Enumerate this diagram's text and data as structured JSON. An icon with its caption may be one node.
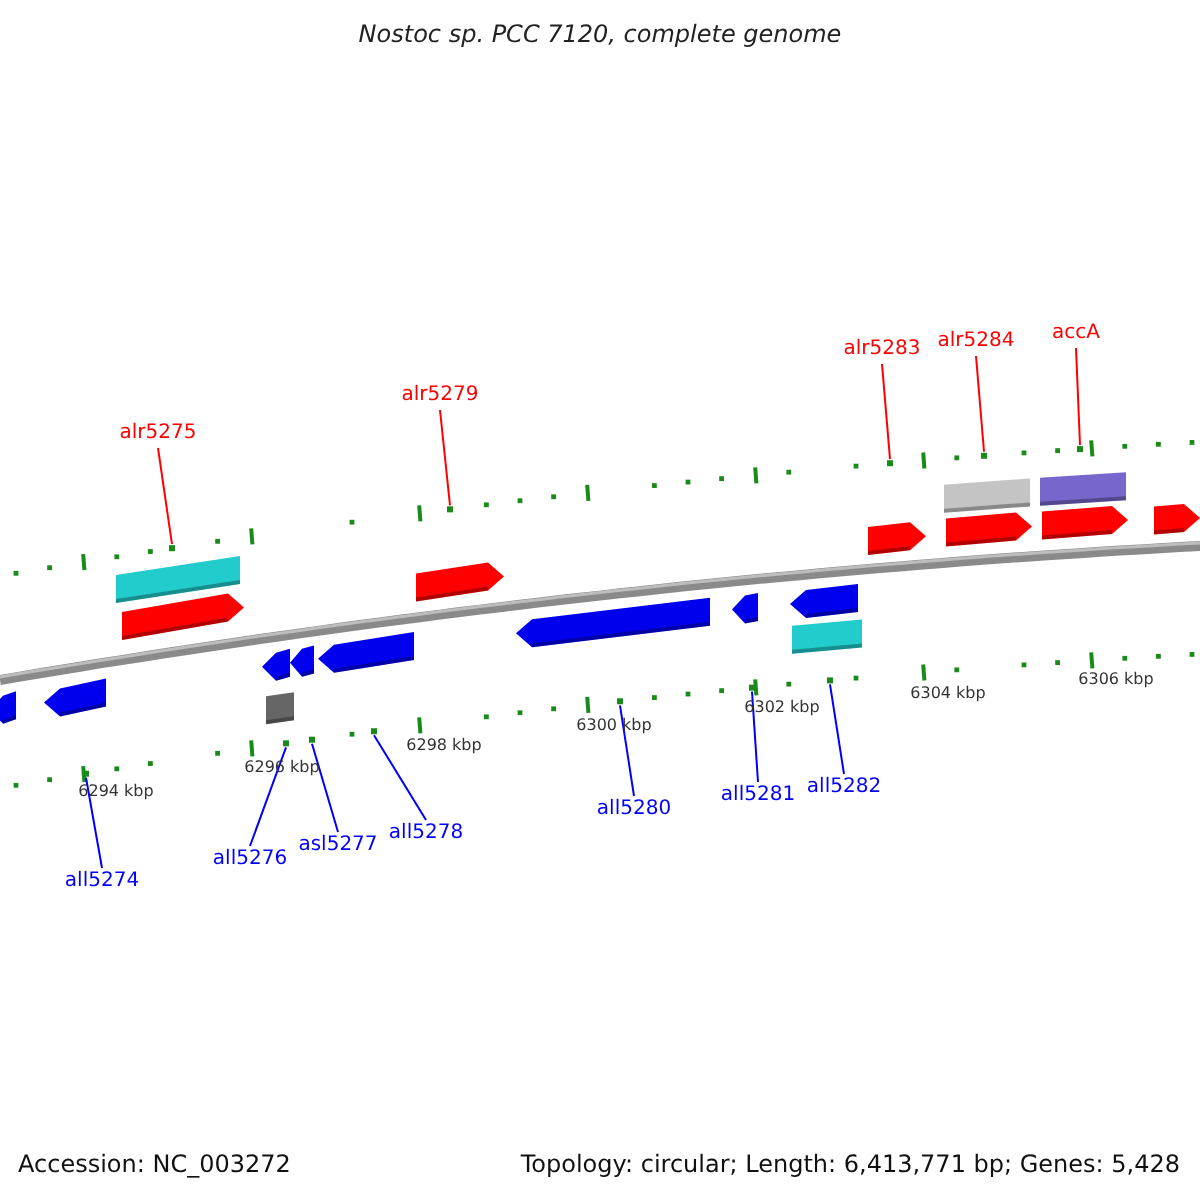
{
  "diagram": {
    "title": "Nostoc sp. PCC 7120, complete genome",
    "nodes": [
      {
        "text": [
          "alr5275"
        ]
      },
      {
        "text": [
          "alr5279"
        ]
      },
      {
        "text": [
          "alr5283"
        ]
      },
      {
        "text": [
          "alr5284"
        ]
      },
      {
        "text": [
          "accA"
        ]
      },
      {
        "text": [
          "all5274"
        ]
      },
      {
        "text": [
          "all5276"
        ]
      },
      {
        "text": [
          "asl5277"
        ]
      },
      {
        "text": [
          "all5278"
        ]
      },
      {
        "text": [
          "all5280"
        ]
      },
      {
        "text": [
          "all5281"
        ]
      },
      {
        "text": [
          "all5282"
        ]
      },
      {
        "text": [],
        "shape": "box"
      },
      {
        "text": [],
        "shape": "box"
      },
      {
        "text": [],
        "shape": "box"
      },
      {
        "text": [],
        "shape": "box"
      },
      {
        "text": [],
        "shape": "box"
      },
      {
        "text": [],
        "shape": "box"
      },
      {
        "text": [],
        "shape": "box"
      },
      {
        "text": [],
        "shape": "box"
      },
      {
        "text": [],
        "shape": "box"
      },
      {
        "text": [],
        "shape": "box"
      },
      {
        "text": [],
        "shape": "box"
      },
      {
        "text": [],
        "shape": "box"
      }
    ],
    "edges": [
      {
        "from": 0,
        "to": 13,
        "arrow": "none",
        "color": "#ff0000"
      },
      {
        "from": 1,
        "to": 17,
        "arrow": "none",
        "color": "#ff0000"
      },
      {
        "from": 2,
        "to": 21,
        "arrow": "none",
        "color": "#ff0000"
      },
      {
        "from": 3,
        "to": 22,
        "arrow": "none",
        "color": "#ff0000"
      },
      {
        "from": 4,
        "to": 23,
        "arrow": "none",
        "color": "#ff0000"
      },
      {
        "from": 5,
        "to": 12,
        "arrow": "none"
      },
      {
        "from": 6,
        "to": 14,
        "arrow": "none"
      },
      {
        "from": 7,
        "to": 15,
        "arrow": "none"
      },
      {
        "from": 8,
        "to": 16,
        "arrow": "none"
      },
      {
        "from": 9,
        "to": 18,
        "arrow": "none"
      },
      {
        "from": 10,
        "to": 19,
        "arrow": "none"
      },
      {
        "from": 11,
        "to": 20,
        "arrow": "none"
      }
    ],
    "labels": [
      "6294 kbp",
      "6296 kbp",
      "6298 kbp",
      "6300 kbp",
      "6302 kbp",
      "6304 kbp",
      "6306 kbp",
      "Accession: NC_003272",
      "Topology: circular; Length: 6,413,771 bp; Genes: 5,428"
    ]
  }
}
